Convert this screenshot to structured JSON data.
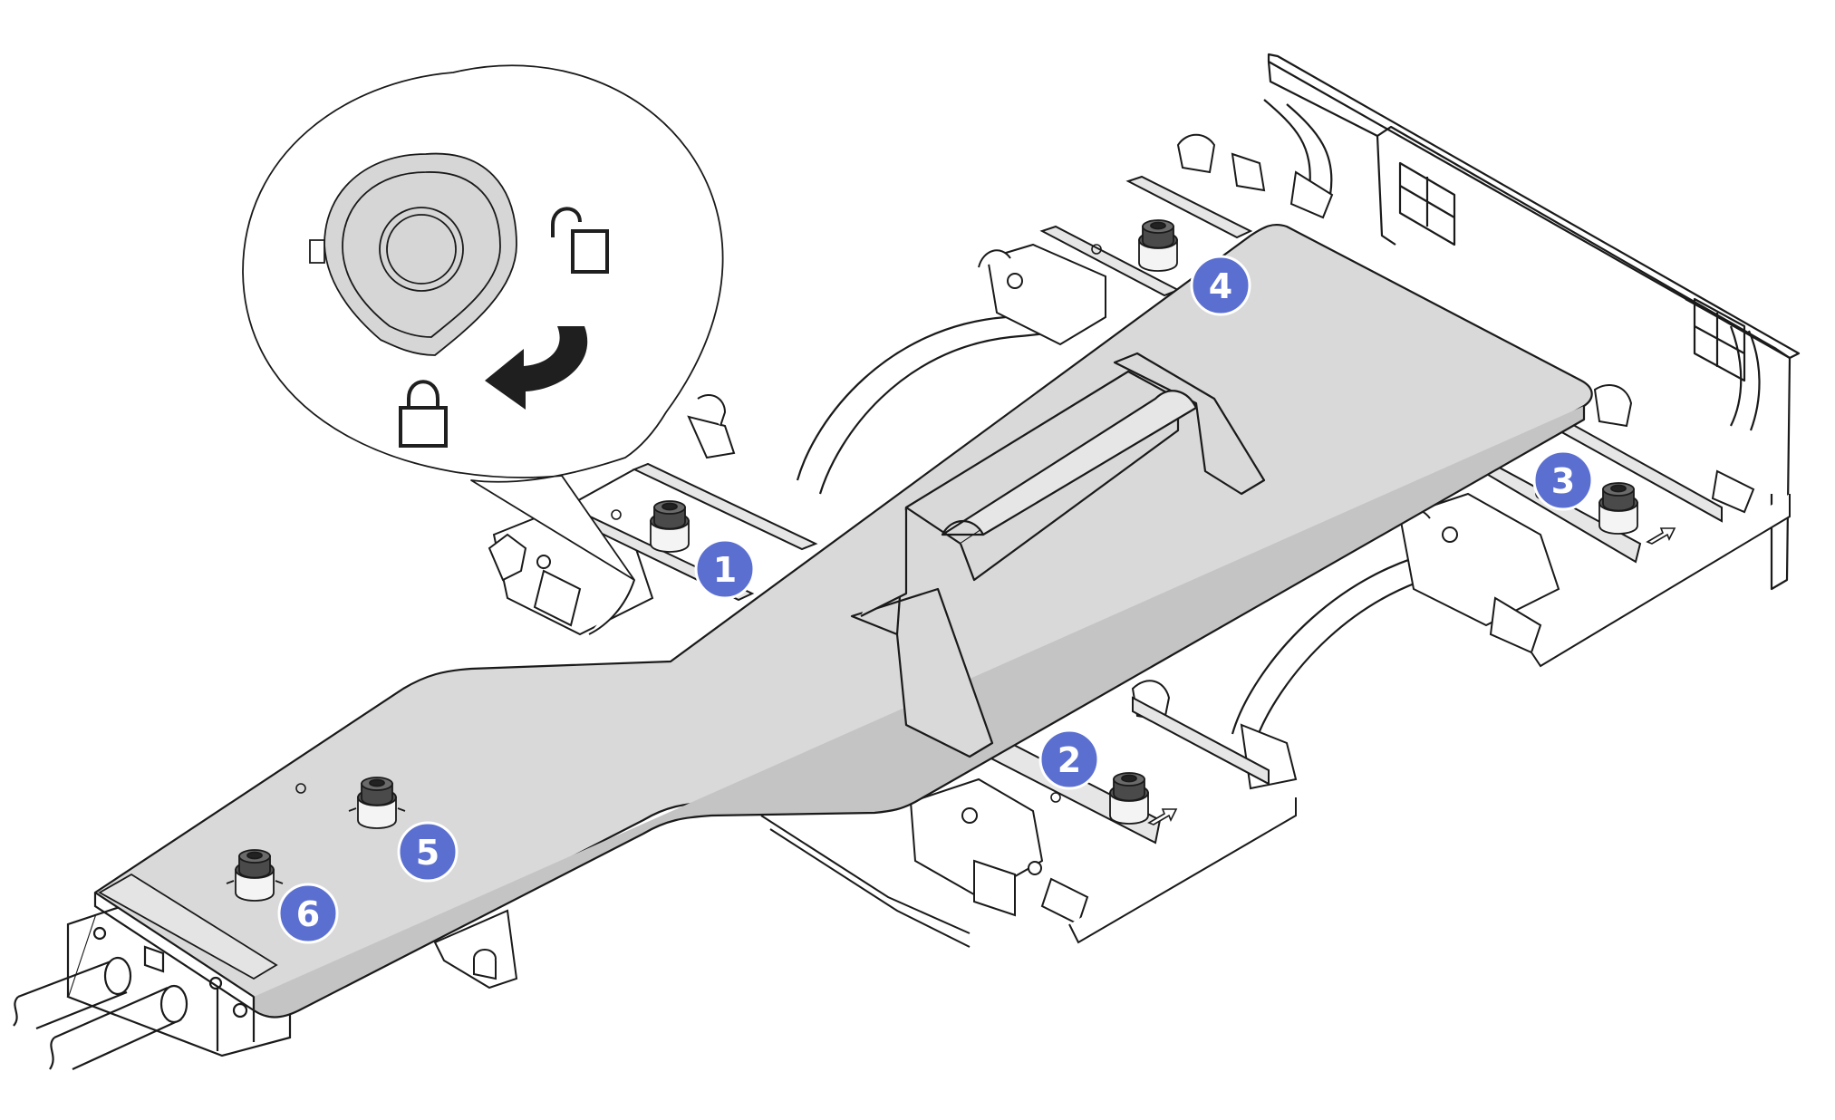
{
  "diagram": {
    "colors": {
      "line": "#1a1a1a",
      "plate": "#d9d9d9",
      "plate_dark": "#c4c4c4",
      "callout": "#5b6fd0",
      "callout_text": "#ffffff",
      "icon": "#1f1f1f"
    },
    "callouts": [
      {
        "id": "1",
        "label": "1"
      },
      {
        "id": "2",
        "label": "2"
      },
      {
        "id": "3",
        "label": "3"
      },
      {
        "id": "4",
        "label": "4"
      },
      {
        "id": "5",
        "label": "5"
      },
      {
        "id": "6",
        "label": "6"
      }
    ],
    "inset": {
      "icons": [
        "unlocked-padlock-icon",
        "locked-padlock-icon",
        "curved-arrow-icon",
        "torx-screw-head-icon"
      ]
    }
  }
}
